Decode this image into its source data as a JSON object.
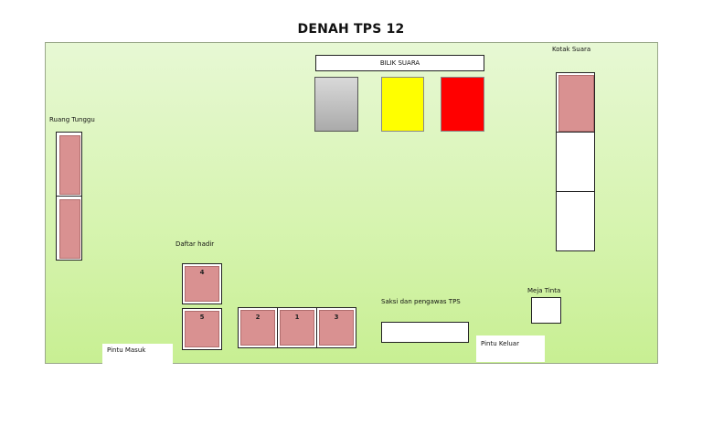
{
  "title": "DENAH TPS 12",
  "labels": {
    "bilik_suara": "BILIK SUARA",
    "kotak_suara": "Kotak Suara",
    "ruang_tunggu": "Ruang Tunggu",
    "daftar_hadir": "Daftar hadir",
    "saksi": "Saksi dan pengawas TPS",
    "meja_tinta": "Meja Tinta",
    "pintu_masuk": "Pintu Masuk",
    "pintu_keluar": "Pintu Keluar"
  },
  "seats": {
    "s1": "1",
    "s2": "2",
    "s3": "3",
    "s4": "4",
    "s5": "5"
  },
  "colors": {
    "booth_gray": "#c8c8c8",
    "booth_yellow": "#ffff00",
    "booth_red": "#ff0000",
    "seat_pink": "#d99191",
    "floor_green": "#d7f4b1"
  }
}
